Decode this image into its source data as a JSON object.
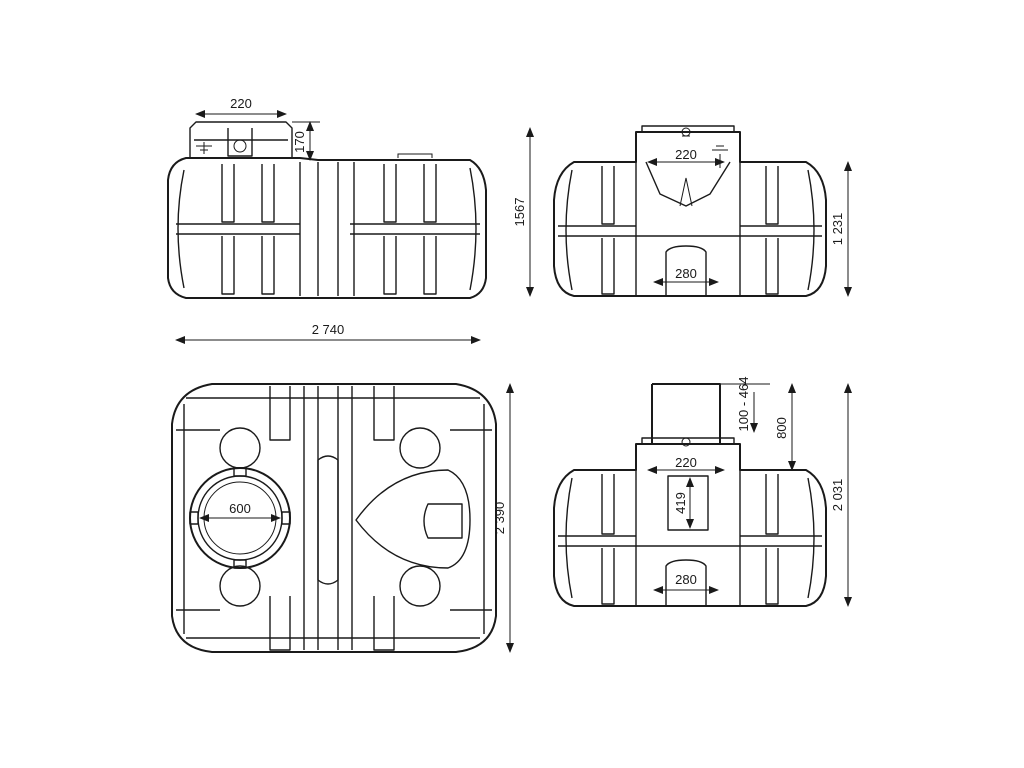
{
  "colors": {
    "line": "#1a1a1a",
    "background": "#ffffff"
  },
  "labels": {
    "side_cap_width": "220",
    "side_cap_height": "170",
    "total_length": "2 740",
    "total_height": "1567",
    "front_cap_width": "220",
    "front_bottom_width": "280",
    "front_body_height": "1 231",
    "top_opening_diameter": "600",
    "top_total_width": "2 390",
    "front2_extension_range": "100 - 464",
    "front2_extension_height": "800",
    "front2_cap_width": "220",
    "front2_window_height": "419",
    "front2_bottom_width": "280",
    "front2_total_height": "2 031"
  }
}
